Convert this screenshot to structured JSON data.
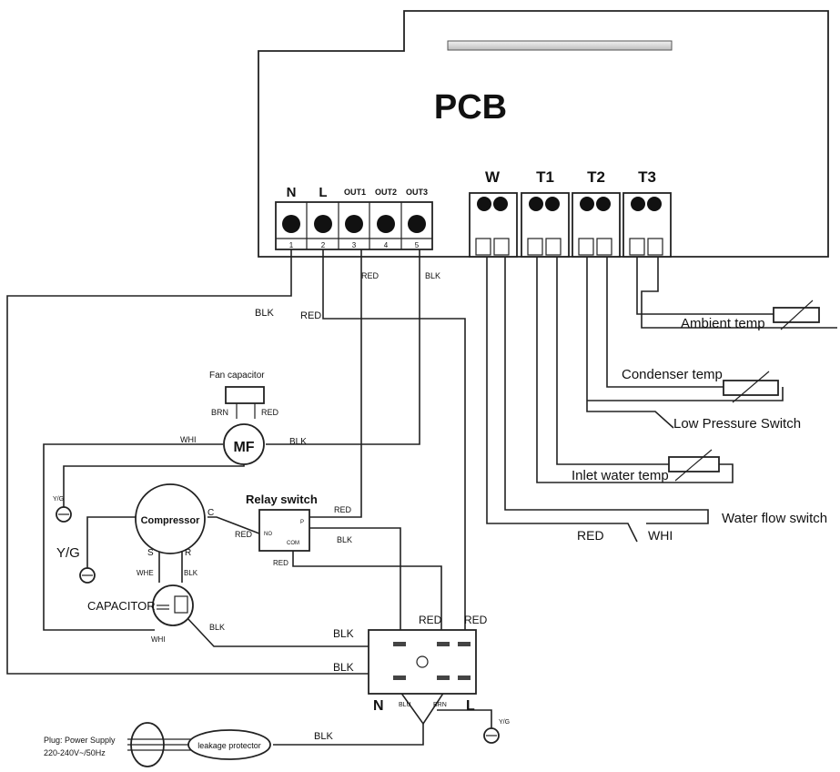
{
  "pcb": {
    "title": "PCB",
    "terminal_labels": [
      "N",
      "L",
      "OUT1",
      "OUT2",
      "OUT3"
    ],
    "terminal_numbers": [
      "1",
      "2",
      "3",
      "4",
      "5"
    ],
    "sensor_labels": [
      "W",
      "T1",
      "T2",
      "T3"
    ]
  },
  "wires": {
    "blk_n": "BLK",
    "red_l": "RED",
    "red_out1": "RED",
    "blk_out3": "BLK",
    "fan_whi": "WHI",
    "fan_blk": "BLK",
    "relay_red_in": "RED",
    "relay_red_no": "RED",
    "relay_blk": "BLK",
    "relay_red_com": "RED",
    "term_red_a": "RED",
    "term_red_b": "RED",
    "cap_blk": "BLK",
    "cap_whi": "WHI",
    "blk_a": "BLK",
    "blk_b": "BLK",
    "plug_blk": "BLK",
    "flow_red": "RED",
    "flow_whi": "WHI"
  },
  "fan": {
    "title": "Fan capacitor",
    "brn": "BRN",
    "red": "RED",
    "motor": "MF"
  },
  "compressor": {
    "label": "Compressor",
    "c": "C",
    "s": "S",
    "r": "R",
    "whe": "WHE",
    "blk": "BLK",
    "capacitor": "CAPACITOR",
    "yg": "Y/G"
  },
  "relay": {
    "title": "Relay switch",
    "no": "NO",
    "p": "P",
    "com": "COM"
  },
  "ground": {
    "yg_left": "Y/G",
    "yg_bottom": "Y/G"
  },
  "terminal_block": {
    "n": "N",
    "l": "L",
    "blu": "BLU",
    "brn": "BRN"
  },
  "plug": {
    "line1": "Plug: Power Supply",
    "line2": "220-240V~/50Hz",
    "protector": "leakage protector"
  },
  "sensors": {
    "ambient": "Ambient temp",
    "condenser": "Condenser temp",
    "low_pressure": "Low Pressure Switch",
    "inlet": "Inlet water temp",
    "water_flow": "Water flow switch"
  }
}
